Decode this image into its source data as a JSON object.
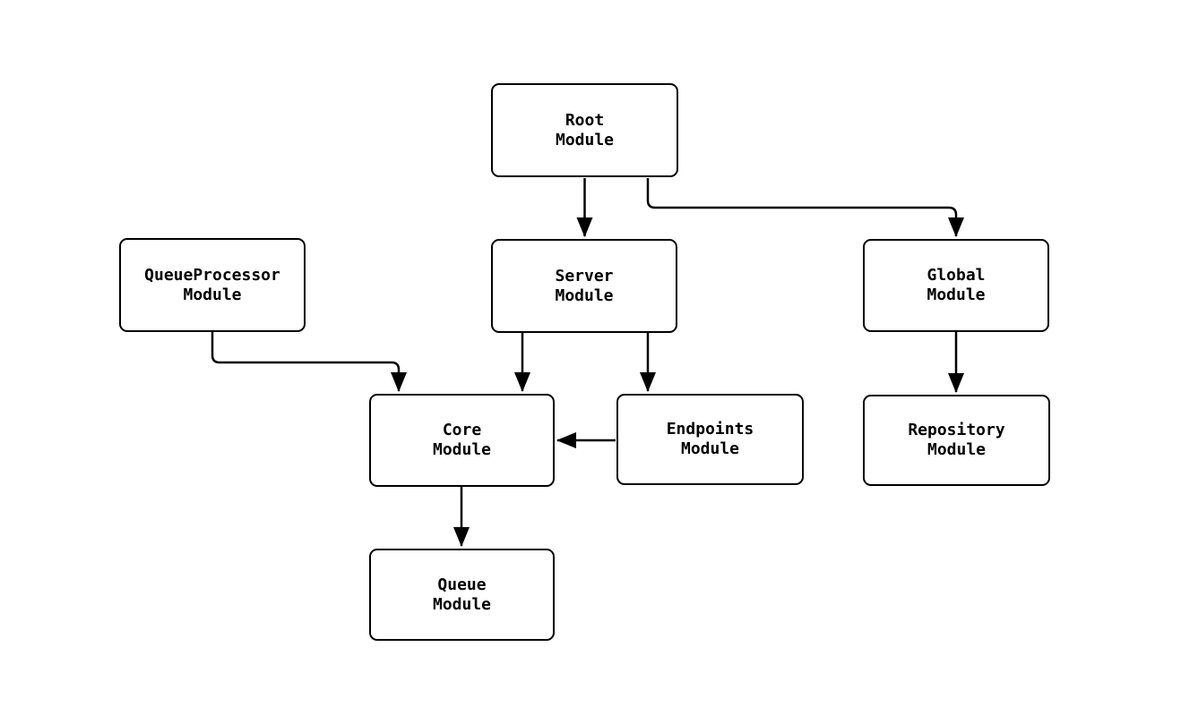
{
  "diagram": {
    "type": "module-dependency-graph",
    "nodes": {
      "root": {
        "line1": "Root",
        "line2": "Module"
      },
      "queueprocessor": {
        "line1": "QueueProcessor",
        "line2": "Module"
      },
      "server": {
        "line1": "Server",
        "line2": "Module"
      },
      "global": {
        "line1": "Global",
        "line2": "Module"
      },
      "core": {
        "line1": "Core",
        "line2": "Module"
      },
      "endpoints": {
        "line1": "Endpoints",
        "line2": "Module"
      },
      "repository": {
        "line1": "Repository",
        "line2": "Module"
      },
      "queue": {
        "line1": "Queue",
        "line2": "Module"
      }
    },
    "edges": [
      {
        "from": "root",
        "to": "server"
      },
      {
        "from": "root",
        "to": "global"
      },
      {
        "from": "queueprocessor",
        "to": "core"
      },
      {
        "from": "server",
        "to": "core"
      },
      {
        "from": "server",
        "to": "endpoints"
      },
      {
        "from": "endpoints",
        "to": "core"
      },
      {
        "from": "global",
        "to": "repository"
      },
      {
        "from": "core",
        "to": "queue"
      }
    ],
    "colors": {
      "background": "#ffffff",
      "node_fill": "#ffffff",
      "stroke": "#000000",
      "text": "#000000"
    }
  }
}
